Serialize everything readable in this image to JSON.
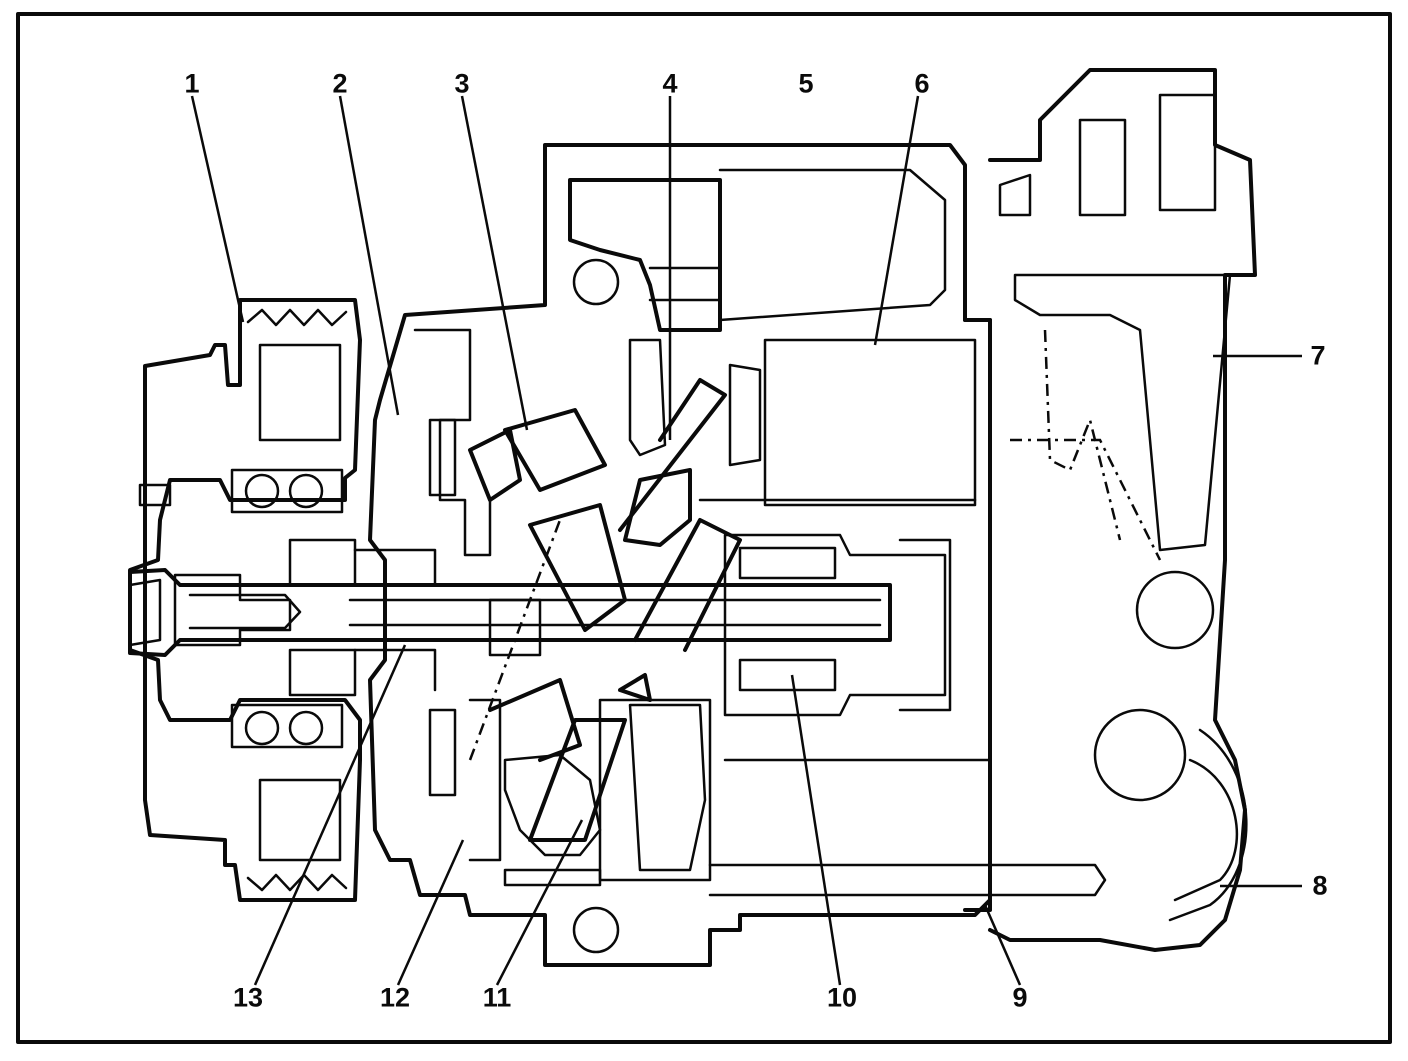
{
  "figure": {
    "callouts": [
      "1",
      "2",
      "3",
      "4",
      "5",
      "6",
      "7",
      "8",
      "9",
      "10",
      "11",
      "12",
      "13"
    ]
  }
}
